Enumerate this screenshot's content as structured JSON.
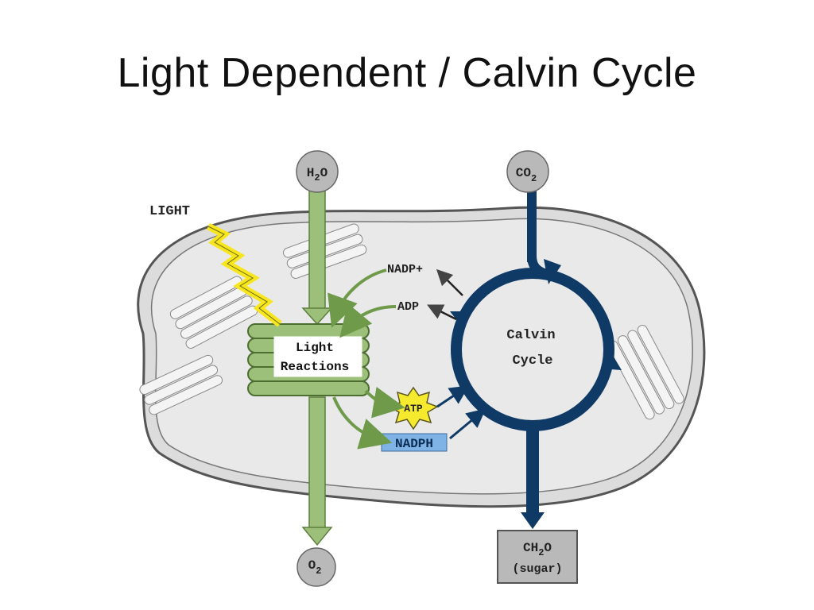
{
  "slide": {
    "title": "Light Dependent / Calvin Cycle"
  },
  "diagram": {
    "light_label": "LIGHT",
    "inputs": {
      "water": {
        "base": "H",
        "sub": "2",
        "tail": "O"
      },
      "carbon_dioxide": {
        "base": "CO",
        "sub": "2"
      }
    },
    "outputs": {
      "oxygen": {
        "base": "O",
        "sub": "2"
      },
      "sugar": {
        "line1_base": "CH",
        "line1_sub": "2",
        "line1_tail": "O",
        "line2": "(sugar)"
      }
    },
    "light_reactions": {
      "line1": "Light",
      "line2": "Reactions"
    },
    "calvin_cycle": {
      "line1": "Calvin",
      "line2": "Cycle"
    },
    "molecules": {
      "nadp_plus": "NADP+",
      "adp": "ADP",
      "atp": "ATP",
      "nadph": "NADPH"
    },
    "colors": {
      "green": "#9cc07a",
      "green_dark": "#5d7f3d",
      "blue_dark": "#0f3a66",
      "gray": "#b9b9b9",
      "atp_yellow": "#f5ea2e",
      "nadph_blue": "#7fb3e6",
      "lightning": "#f7e51e"
    }
  }
}
